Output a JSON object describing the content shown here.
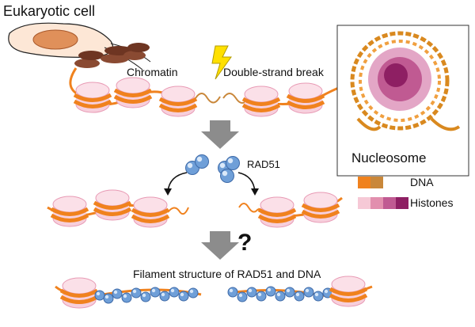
{
  "labels": {
    "eukaryotic_cell": "Eukaryotic cell",
    "chromatin": "Chromatin",
    "double_strand_break": "Double-strand break",
    "nucleosome": "Nucleosome",
    "rad51": "RAD51",
    "question_mark": "?",
    "filament_structure": "Filament structure of RAD51 and DNA"
  },
  "legend": {
    "dna_label": "DNA",
    "histones_label": "Histones",
    "dna_colors": [
      "#f0821e",
      "#c9873a"
    ],
    "histone_colors": [
      "#f6c9d6",
      "#e28fae",
      "#c05a92",
      "#8e1f63"
    ]
  },
  "colors": {
    "dna": "#f0821e",
    "histone": "#f7cfdc",
    "histone_edge": "#e89bb5",
    "rad51": "#6f9fd8",
    "arrow": "#8c8c8c",
    "bolt": "#ffe000"
  }
}
